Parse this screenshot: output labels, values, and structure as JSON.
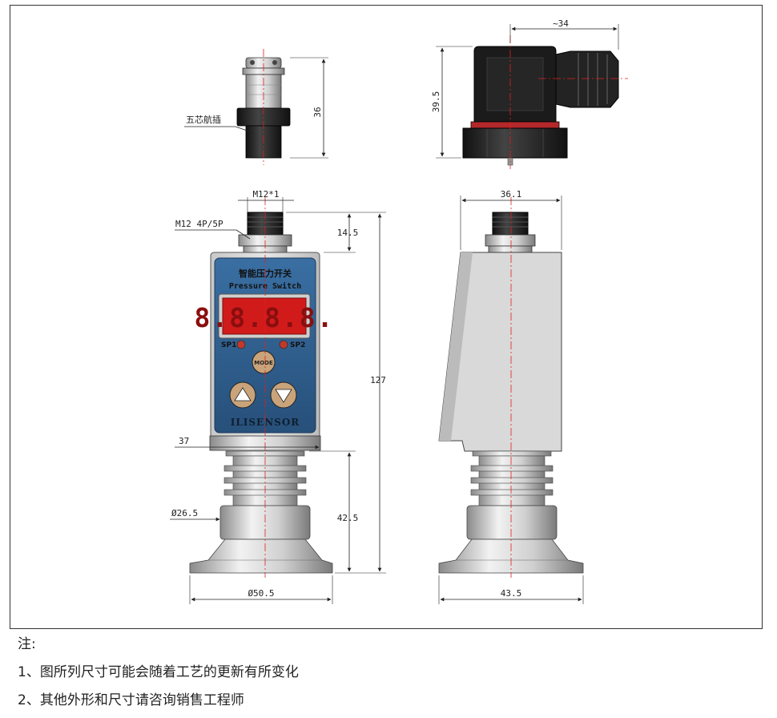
{
  "labels": {
    "five_core": "五芯航插",
    "m12_thread": "M12*1",
    "m12_pins": "M12 4P/5P",
    "device_title": "智能压力开关",
    "device_subtitle": "Pressure Switch",
    "sp1": "SP1",
    "sp2": "SP2",
    "mode": "MODE",
    "brand": "ILISENSOR"
  },
  "dimensions": {
    "aviation_plug_height": "36",
    "din_width": "~34",
    "din_height": "39.5",
    "m12_height": "14.5",
    "total_height": "127",
    "body_width": "37",
    "side_width": "36.1",
    "neck_diameter": "Ø26.5",
    "fin_height": "42.5",
    "flange_diameter": "Ø50.5",
    "side_flange": "43.5"
  },
  "display": {
    "digits": "8.8.8.8."
  },
  "notes": {
    "heading": "注:",
    "items": [
      "1、图所列尺寸可能会随着工艺的更新有所变化",
      "2、其他外形和尺寸请咨询销售工程师"
    ]
  },
  "colors": {
    "panel_blue": "#2f5f8f",
    "display_red": "#cc1a1a",
    "button_tan": "#c9a37a",
    "center_line": "#e02020"
  }
}
